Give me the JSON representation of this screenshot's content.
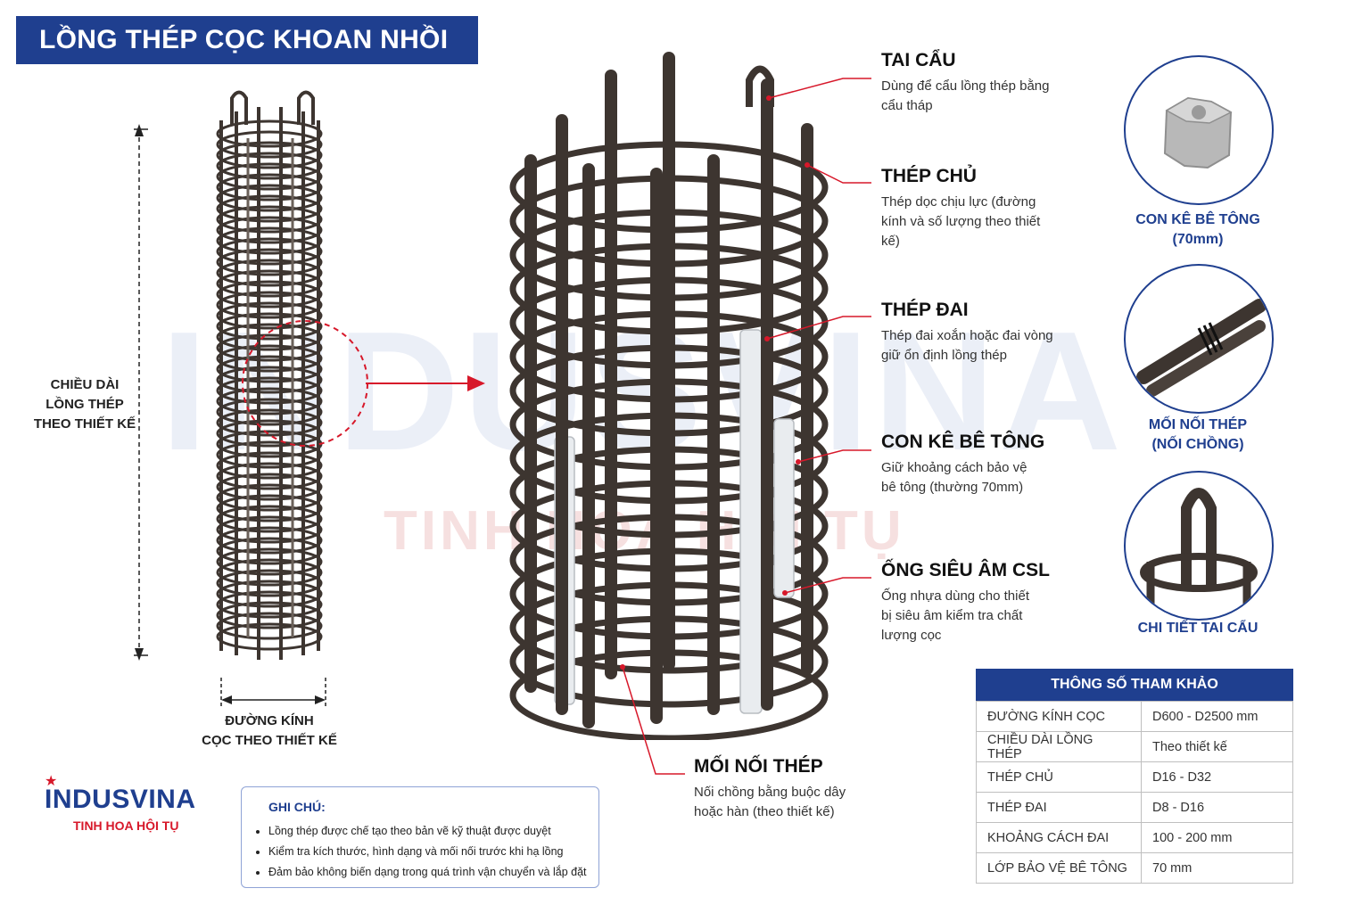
{
  "title": "LỒNG THÉP CỌC KHOAN NHỒI",
  "watermark": {
    "main": "INDUSVINA",
    "sub": "TINH HOA HỘI TỤ"
  },
  "left_diagram": {
    "length_label": [
      "CHIỀU DÀI",
      "LỒNG THÉP",
      "THEO THIẾT KẾ"
    ],
    "diameter_label": [
      "ĐƯỜNG KÍNH",
      "CỌC THEO THIẾT KẾ"
    ]
  },
  "callouts": [
    {
      "title": "TAI CẨU",
      "desc": "Dùng để cẩu lồng thép bằng cẩu tháp"
    },
    {
      "title": "THÉP CHỦ",
      "desc": "Thép dọc chịu lực (đường kính và số lượng theo thiết kế)"
    },
    {
      "title": "THÉP ĐAI",
      "desc": "Thép đai xoắn hoặc đai vòng giữ ổn định lồng thép"
    },
    {
      "title": "CON KÊ BÊ TÔNG",
      "desc": "Giữ khoảng cách bảo vệ bê tông (thường 70mm)"
    },
    {
      "title": "ỐNG SIÊU ÂM CSL",
      "desc": "Ống nhựa dùng cho thiết bị siêu âm kiểm tra chất lượng cọc"
    },
    {
      "title": "MỐI NỐI THÉP",
      "desc": "Nối chồng bằng buộc dây hoặc hàn (theo thiết kế)"
    }
  ],
  "details": [
    {
      "label1": "CON KÊ BÊ TÔNG",
      "label2": "(70mm)"
    },
    {
      "label1": "MỐI NỐI THÉP",
      "label2": "(NỐI CHỒNG)"
    },
    {
      "label1": "CHI TIẾT TAI CẨU",
      "label2": ""
    }
  ],
  "spec_table": {
    "header": "THÔNG SỐ THAM KHẢO",
    "rows": [
      [
        "ĐƯỜNG KÍNH CỌC",
        "D600 - D2500 mm"
      ],
      [
        "CHIỀU DÀI LỒNG THÉP",
        "Theo thiết kế"
      ],
      [
        "THÉP CHỦ",
        "D16 - D32"
      ],
      [
        "THÉP ĐAI",
        "D8 - D16"
      ],
      [
        "KHOẢNG CÁCH ĐAI",
        "100 - 200 mm"
      ],
      [
        "LỚP BẢO VỆ BÊ TÔNG",
        "70 mm"
      ]
    ]
  },
  "notes": {
    "title": "GHI CHÚ:",
    "items": [
      "Lồng thép được chế tạo theo bản vẽ kỹ thuật được duyệt",
      "Kiểm tra kích thước, hình dạng và mối nối trước khi hạ lồng",
      "Đảm bảo không biến dạng trong quá trình vận chuyển và lắp đặt"
    ]
  },
  "logo": {
    "name": "INDUSVINA",
    "tagline": "TINH HOA HỘI TỤ"
  },
  "colors": {
    "brand_blue": "#1f3f8f",
    "accent_red": "#d7182a",
    "steel": "#3d3530"
  }
}
